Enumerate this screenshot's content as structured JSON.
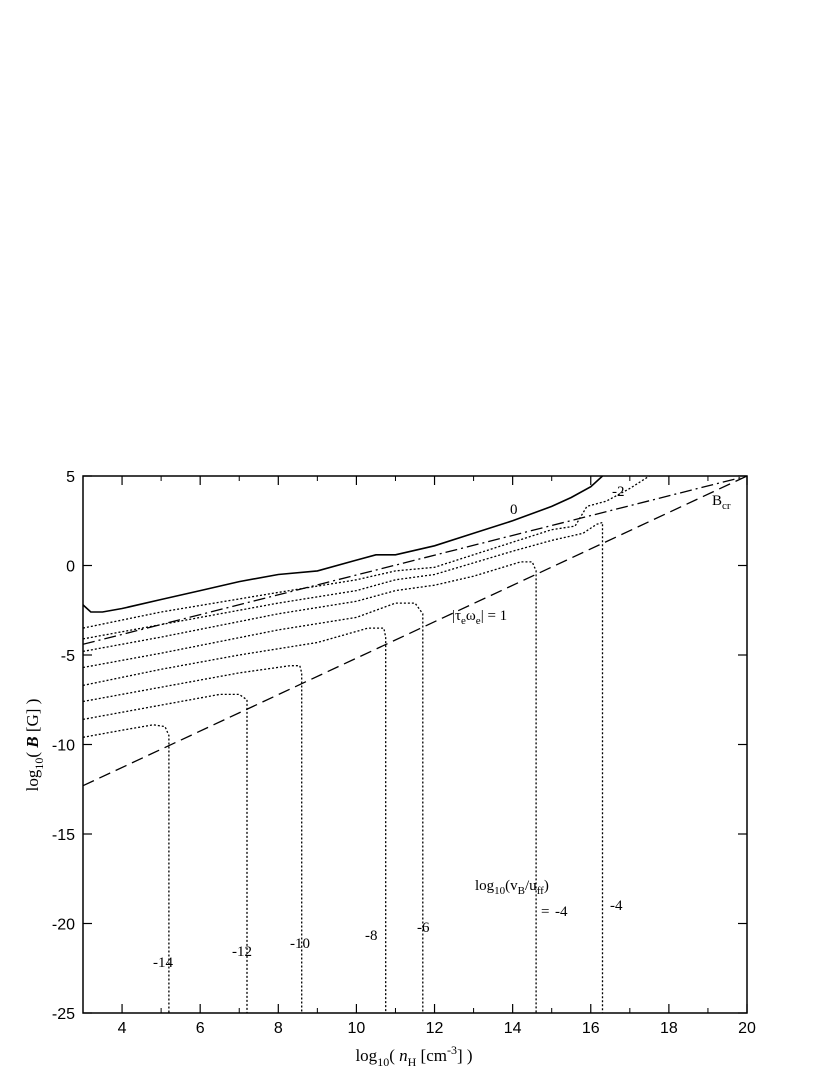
{
  "chart_data": {
    "type": "line",
    "xlim": [
      3,
      20
    ],
    "ylim": [
      -25,
      5
    ],
    "x_ticks": [
      4,
      6,
      8,
      10,
      12,
      14,
      16,
      18,
      20
    ],
    "y_ticks": [
      5,
      0,
      -5,
      -10,
      -15,
      -20,
      -25
    ],
    "xlabel": {
      "pre": "log",
      "sub": "10",
      "mid": "( ",
      "var": "n",
      "varsub": "H",
      "post": " [cm",
      "sup": "-3",
      "end": "] )"
    },
    "ylabel": {
      "pre": "log",
      "sub": "10",
      "mid": "( ",
      "var": "B",
      "end": " [G] )"
    },
    "series": [
      {
        "label": "0",
        "style": "solid",
        "x": [
          3.0,
          3.2,
          3.5,
          4.0,
          5.0,
          6.0,
          7.0,
          8.0,
          9.0,
          10.0,
          10.5,
          11.0,
          12.0,
          13.0,
          14.0,
          15.0,
          15.5,
          16.0,
          16.3
        ],
        "y": [
          -2.2,
          -2.6,
          -2.6,
          -2.4,
          -1.9,
          -1.4,
          -0.9,
          -0.5,
          -0.3,
          0.3,
          0.6,
          0.6,
          1.1,
          1.8,
          2.5,
          3.3,
          3.8,
          4.4,
          5.0
        ]
      },
      {
        "label": "-2",
        "style": "dotted",
        "x": [
          3.0,
          5.0,
          8.0,
          10.0,
          11.0,
          12.0,
          14.0,
          15.0,
          15.6,
          15.9,
          16.4,
          17.0,
          17.5
        ],
        "y": [
          -3.5,
          -2.6,
          -1.5,
          -0.8,
          -0.3,
          -0.1,
          1.3,
          2.0,
          2.2,
          3.3,
          3.6,
          4.3,
          5.0
        ]
      },
      {
        "label": "-4",
        "style": "dotted",
        "x": [
          3.0,
          5.0,
          8.0,
          10.0,
          11.0,
          12.0,
          14.0,
          15.0,
          15.8,
          16.15,
          16.3,
          16.3
        ],
        "y": [
          -4.1,
          -3.3,
          -2.1,
          -1.4,
          -0.8,
          -0.5,
          0.8,
          1.4,
          1.8,
          2.3,
          2.4,
          -25.0
        ]
      },
      {
        "label": "-4",
        "style": "dotted",
        "x": [
          3.0,
          5.0,
          8.0,
          10.0,
          11.0,
          12.0,
          13.0,
          14.2,
          14.5,
          14.6,
          14.6
        ],
        "y": [
          -4.8,
          -4.0,
          -2.7,
          -2.0,
          -1.4,
          -1.1,
          -0.6,
          0.2,
          0.2,
          -0.3,
          -25.0
        ]
      },
      {
        "label": "-6",
        "style": "dotted",
        "x": [
          3.0,
          5.0,
          8.0,
          10.0,
          11.0,
          11.5,
          11.7,
          11.7
        ],
        "y": [
          -5.7,
          -4.9,
          -3.6,
          -2.9,
          -2.1,
          -2.1,
          -2.7,
          -25.0
        ]
      },
      {
        "label": "-8",
        "style": "dotted",
        "x": [
          3.0,
          5.0,
          7.0,
          9.0,
          10.3,
          10.7,
          10.75,
          10.75
        ],
        "y": [
          -6.7,
          -5.8,
          -5.0,
          -4.3,
          -3.5,
          -3.5,
          -4.0,
          -25.0
        ]
      },
      {
        "label": "-10",
        "style": "dotted",
        "x": [
          3.0,
          5.0,
          7.0,
          8.3,
          8.55,
          8.6,
          8.6
        ],
        "y": [
          -7.6,
          -6.8,
          -6.0,
          -5.6,
          -5.6,
          -6.0,
          -25.0
        ]
      },
      {
        "label": "-12",
        "style": "dotted",
        "x": [
          3.0,
          5.0,
          6.5,
          7.0,
          7.2,
          7.2
        ],
        "y": [
          -8.6,
          -7.8,
          -7.2,
          -7.2,
          -7.5,
          -25.0
        ]
      },
      {
        "label": "-14",
        "style": "dotted",
        "x": [
          3.0,
          4.0,
          4.8,
          5.1,
          5.2,
          5.2
        ],
        "y": [
          -9.6,
          -9.2,
          -8.9,
          -9.0,
          -9.5,
          -25.0
        ]
      },
      {
        "label": "|τeωe| = 1",
        "style": "dashdot",
        "x": [
          3.0,
          20.0
        ],
        "y": [
          -4.4,
          5.0
        ]
      },
      {
        "label": "Bcr",
        "style": "dashed",
        "x": [
          3.0,
          20.0
        ],
        "y": [
          -12.3,
          5.0
        ]
      }
    ],
    "annotations": {
      "c0": "0",
      "c2": "-2",
      "c4a": "-4",
      "c4b": "-4",
      "c6": "-6",
      "c8": "-8",
      "c10": "-10",
      "c12": "-12",
      "c14": "-14",
      "bcr_main": "B",
      "bcr_sub": "cr",
      "tau_a": "|τ",
      "tau_sub1": "e",
      "tau_b": "ω",
      "tau_sub2": "e",
      "tau_c": "| = 1",
      "vb_log": "log",
      "vb_sub10": "10",
      "vb_open": "(v",
      "vb_subB": "B",
      "vb_slash": "/u",
      "vb_subff": "ff",
      "vb_close": ")"
    }
  }
}
